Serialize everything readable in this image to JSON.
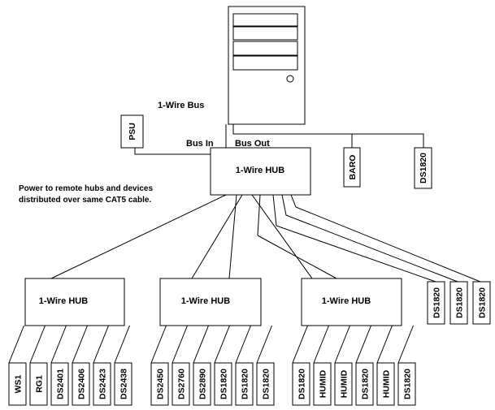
{
  "computer": {
    "bus_label": "1-Wire Bus"
  },
  "psu": {
    "label": "PSU"
  },
  "main_hub": {
    "label": "1-Wire HUB",
    "bus_in": "Bus In",
    "bus_out": "Bus Out"
  },
  "bus_devices": [
    "BARO",
    "DS1820"
  ],
  "note": {
    "line1": "Power to remote hubs and devices",
    "line2": "distributed over same CAT5 cable."
  },
  "remote_hubs": [
    {
      "label": "1-Wire HUB",
      "devices": [
        "WS1",
        "RG1",
        "DS2401",
        "DS2406",
        "DS2423",
        "DS2438"
      ]
    },
    {
      "label": "1-Wire HUB",
      "devices": [
        "DS2450",
        "DS2760",
        "DS2890",
        "DS1820",
        "DS1820",
        "DS1820"
      ]
    },
    {
      "label": "1-Wire HUB",
      "devices": [
        "DS1820",
        "HUMID",
        "HUMID",
        "DS1820",
        "HUMID",
        "DS1820"
      ]
    }
  ],
  "direct_devices": [
    "DS1820",
    "DS1820",
    "DS1820"
  ]
}
